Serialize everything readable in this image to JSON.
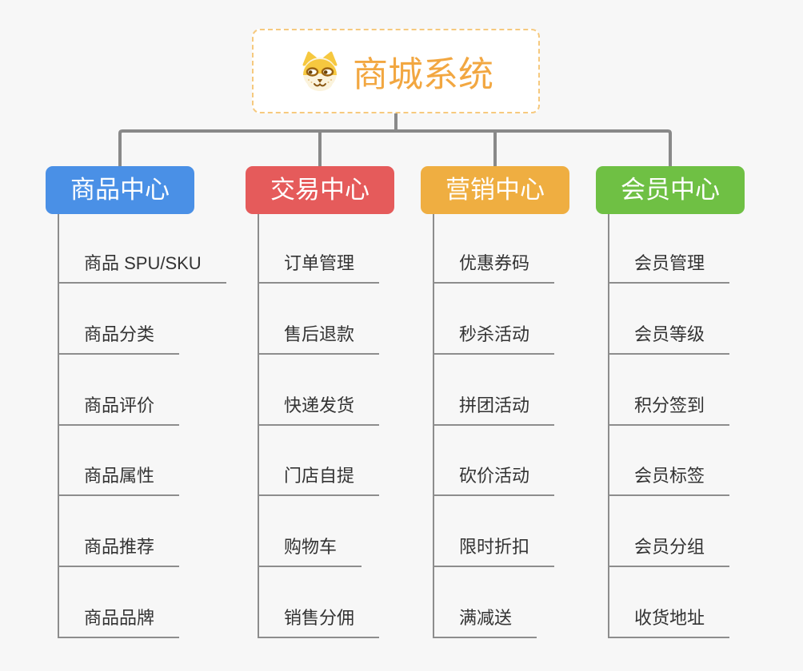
{
  "canvas": {
    "background": "#f7f7f7"
  },
  "root": {
    "title": "商城系统",
    "icon": "dog-face-icon",
    "title_color": "#f2a741",
    "border_color": "#f6c97e",
    "background": "#ffffff"
  },
  "colors": {
    "connector": "#898989",
    "leaf_line": "#8d8d8d",
    "leaf_text": "#333333",
    "branch_text": "#ffffff"
  },
  "branches": [
    {
      "label": "商品中心",
      "color": "#4a90e6",
      "children": [
        "商品 SPU/SKU",
        "商品分类",
        "商品评价",
        "商品属性",
        "商品推荐",
        "商品品牌"
      ]
    },
    {
      "label": "交易中心",
      "color": "#e55b5b",
      "children": [
        "订单管理",
        "售后退款",
        "快递发货",
        "门店自提",
        "购物车",
        "销售分佣"
      ]
    },
    {
      "label": "营销中心",
      "color": "#efae41",
      "children": [
        "优惠券码",
        "秒杀活动",
        "拼团活动",
        "砍价活动",
        "限时折扣",
        "满减送"
      ]
    },
    {
      "label": "会员中心",
      "color": "#6fc044",
      "children": [
        "会员管理",
        "会员等级",
        "积分签到",
        "会员标签",
        "会员分组",
        "收货地址"
      ]
    }
  ]
}
